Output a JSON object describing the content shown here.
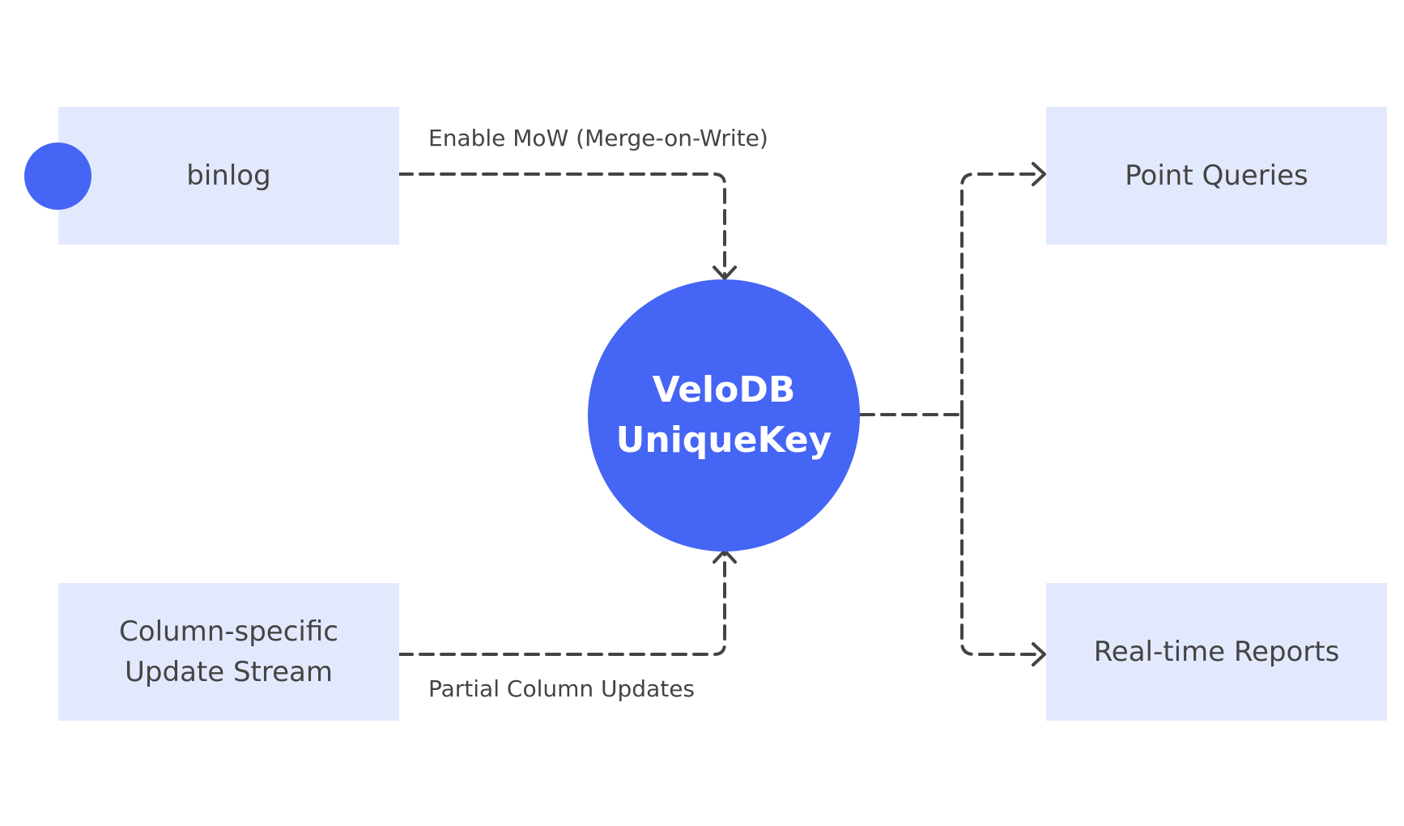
{
  "diagram": {
    "nodes": {
      "binlog": {
        "label": "binlog"
      },
      "update_stream": {
        "line1": "Column-specific",
        "line2": "Update Stream"
      },
      "hub": {
        "line1": "VeloDB",
        "line2": "UniqueKey"
      },
      "point_queries": {
        "label": "Point Queries"
      },
      "reports": {
        "label": "Real-time Reports"
      }
    },
    "edges": {
      "mow": {
        "label_main": "Enable MoW",
        "label_sub": "(Merge-on-Write)"
      },
      "partial": {
        "label": "Partial Column Updates"
      }
    },
    "colors": {
      "accent": "#4565f5",
      "box_fill": "#e3e9fd",
      "line": "#444444",
      "text": "#444444"
    }
  }
}
